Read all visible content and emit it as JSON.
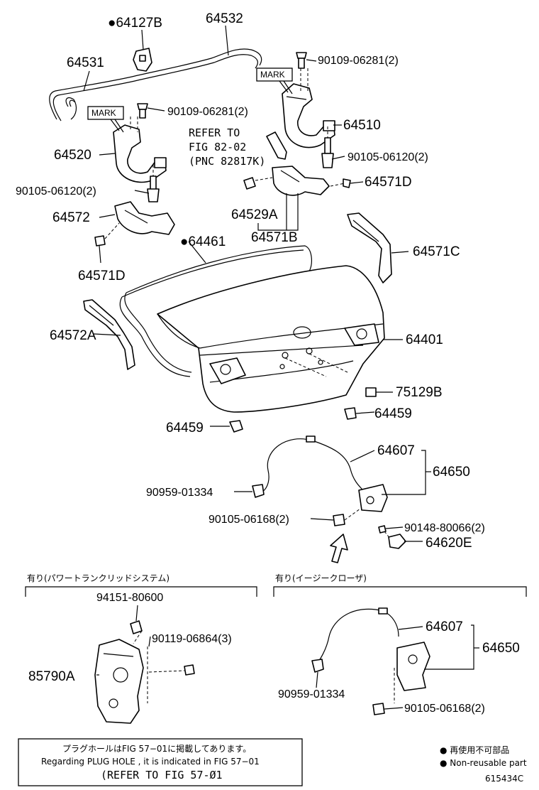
{
  "callouts": {
    "p64127B": "●64127B",
    "p64532": "64532",
    "p64531": "64531",
    "p90109_a": "90109-06281(2)",
    "p90109_b": "90109-06281(2)",
    "p64510": "64510",
    "p64520": "64520",
    "p90105_a": "90105-06120(2)",
    "p90105_b": "90105-06120(2)",
    "p64571D_a": "64571D",
    "p64571D_b": "64571D",
    "p64572": "64572",
    "p64529A": "64529A",
    "p64571B": "64571B",
    "p64461": "●64461",
    "p64571C": "64571C",
    "p64572A": "64572A",
    "p64401": "64401",
    "p75129B": "75129B",
    "p64459_a": "64459",
    "p64459_b": "64459",
    "p64607_a": "64607",
    "p64650_a": "64650",
    "p90959_a": "90959-01334",
    "p90105_06168_a": "90105-06168(2)",
    "p90148": "90148-80066(2)",
    "p64620E": "64620E",
    "p94151": "94151-80600",
    "p90119": "90119-06864(3)",
    "p85790A": "85790A",
    "p64607_b": "64607",
    "p64650_b": "64650",
    "p90959_b": "90959-01334",
    "p90105_06168_b": "90105-06168(2)"
  },
  "mark_labels": {
    "mark_a": "MARK",
    "mark_b": "MARK"
  },
  "refer": {
    "line1": "REFER TO",
    "line2": "FIG 82-02",
    "line3": "(PNC 82817K)"
  },
  "sections": {
    "power_trunk": "有り(パワートランクリッドシステム)",
    "easy_closer": "有り(イージークローザ)"
  },
  "note_box": {
    "line_jp": "プラグホールはFIG 57−01に掲載してあります。",
    "line_en": "Regarding  PLUG  HOLE , it is indicated in  FIG  57−01",
    "line_ref": "(REFER TO FIG 57-Ø1"
  },
  "legend": {
    "jp": "● 再使用不可部品",
    "en": "● Non-reusable part"
  },
  "figure_id": "615434C"
}
